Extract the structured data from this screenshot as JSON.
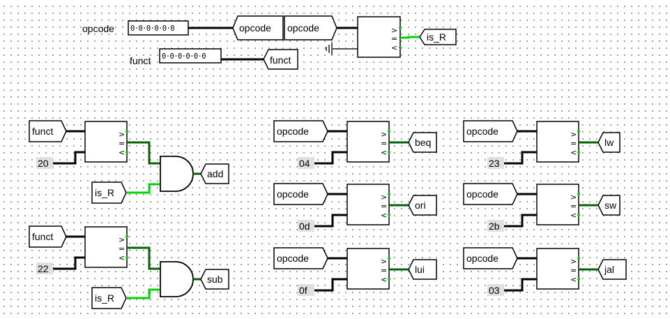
{
  "colors": {
    "wire_bus": "#000000",
    "wire_true": "#00d200",
    "wire_false": "#006400",
    "wire_grey": "#555555",
    "const_bg": "#e0e0e0"
  },
  "header": {
    "opcode_pin": {
      "label": "opcode",
      "value": "0·0·0·0·0·0"
    },
    "funct_pin": {
      "label": "funct",
      "value": "0·0·0·0·0·0"
    },
    "opcode_tunnel_in": "opcode",
    "funct_tunnel_in": "funct",
    "opcode_tunnel_out": "opcode",
    "is_r_tunnel": "is_R"
  },
  "comparator_symbols": {
    "gt": ">",
    "eq": "=",
    "lt": "<"
  },
  "and_units": [
    {
      "tunnel_in": "funct",
      "constant": "20",
      "enable": "is_R",
      "output": "add"
    },
    {
      "tunnel_in": "funct",
      "constant": "22",
      "enable": "is_R",
      "output": "sub"
    }
  ],
  "compare_units": [
    {
      "tunnel_in": "opcode",
      "constant": "04",
      "output": "beq"
    },
    {
      "tunnel_in": "opcode",
      "constant": "0d",
      "output": "ori"
    },
    {
      "tunnel_in": "opcode",
      "constant": "0f",
      "output": "lui"
    },
    {
      "tunnel_in": "opcode",
      "constant": "23",
      "output": "lw"
    },
    {
      "tunnel_in": "opcode",
      "constant": "2b",
      "output": "sw"
    },
    {
      "tunnel_in": "opcode",
      "constant": "03",
      "output": "jal"
    }
  ]
}
